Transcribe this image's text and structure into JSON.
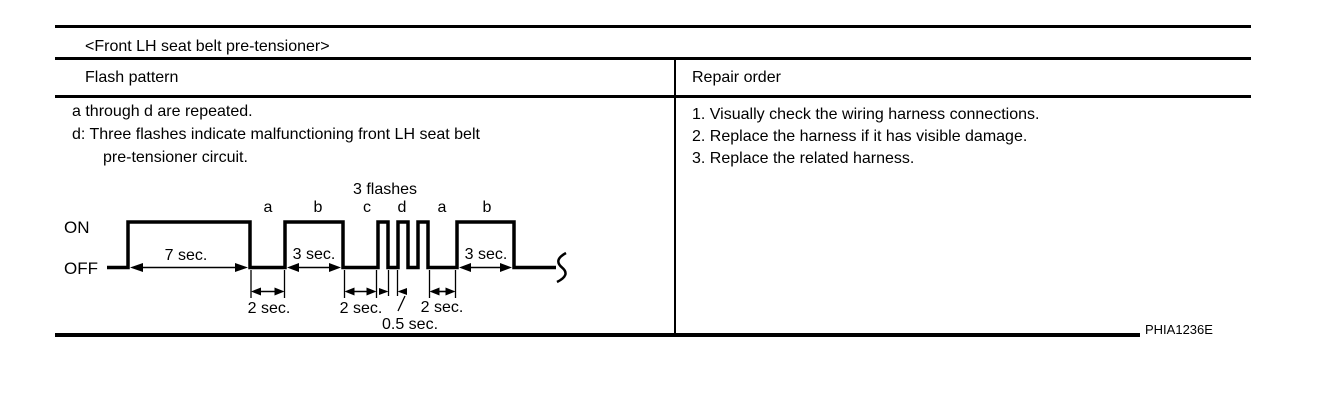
{
  "page": {
    "title": "<Front LH seat belt pre-tensioner>",
    "figure_code": "PHIA1236E"
  },
  "table": {
    "headers": {
      "flash_pattern": "Flash pattern",
      "repair_order": "Repair order"
    },
    "flash_pattern_notes": {
      "line1": "a through d are repeated.",
      "line2": "d: Three flashes indicate malfunctioning front LH seat belt",
      "line3": "pre-tensioner circuit."
    },
    "repair_order_steps": [
      "1. Visually check the wiring harness connections.",
      "2. Replace the harness if it has visible damage.",
      "3. Replace the related harness."
    ]
  },
  "diagram": {
    "on_label": "ON",
    "off_label": "OFF",
    "flashes_note": "3 flashes",
    "segment_labels": [
      "a",
      "b",
      "c",
      "d",
      "a",
      "b"
    ],
    "pulse_durations": [
      "7 sec.",
      "3 sec.",
      "3 sec."
    ],
    "gap_durations": [
      "2 sec.",
      "2 sec.",
      "2 sec."
    ],
    "flash_duration": "0.5 sec."
  }
}
